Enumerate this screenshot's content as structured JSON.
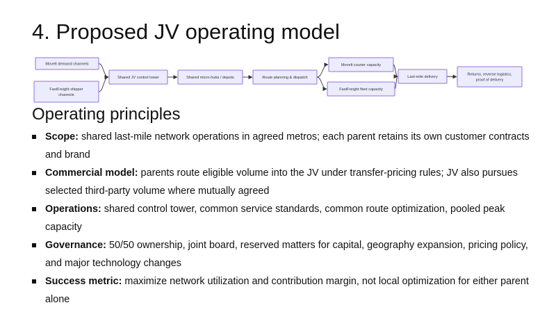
{
  "slide": {
    "title": "4. Proposed JV operating model",
    "subtitle": "Operating principles"
  },
  "diagram": {
    "node_fill": "#ECECFF",
    "node_stroke": "#9370DB",
    "edge_color": "#333333",
    "nodes": {
      "movelt_demand": [
        "Movelt demand channels"
      ],
      "fastfreight_shipper": [
        "FastFreight shipper",
        "channels"
      ],
      "control_tower": [
        "Shared JV control tower"
      ],
      "micro_hubs": [
        "Shared micro-hubs / depots"
      ],
      "route_planning": [
        "Route planning & dispatch"
      ],
      "movelt_courier": [
        "Movelt courier capacity"
      ],
      "fastfreight_fleet": [
        "FastFreight fleet capacity"
      ],
      "last_mile": [
        "Last-mile delivery"
      ],
      "returns": [
        "Returns, reverse logistics,",
        "proof of delivery"
      ]
    },
    "edges": [
      [
        "movelt_demand",
        "control_tower"
      ],
      [
        "fastfreight_shipper",
        "control_tower"
      ],
      [
        "control_tower",
        "micro_hubs"
      ],
      [
        "micro_hubs",
        "route_planning"
      ],
      [
        "route_planning",
        "movelt_courier"
      ],
      [
        "route_planning",
        "fastfreight_fleet"
      ],
      [
        "movelt_courier",
        "last_mile"
      ],
      [
        "fastfreight_fleet",
        "last_mile"
      ],
      [
        "last_mile",
        "returns"
      ]
    ]
  },
  "principles": [
    {
      "label": "Scope:",
      "text": " shared last-mile network operations in agreed metros; each parent retains its own customer contracts and brand"
    },
    {
      "label": "Commercial model:",
      "text": " parents route eligible volume into the JV under transfer-pricing rules; JV also pursues selected third-party volume where mutually agreed"
    },
    {
      "label": "Operations:",
      "text": " shared control tower, common service standards, common route optimization, pooled peak capacity"
    },
    {
      "label": "Governance:",
      "text": " 50/50 ownership, joint board, reserved matters for capital, geography expansion, pricing policy, and major technology changes"
    },
    {
      "label": "Success metric:",
      "text": " maximize network utilization and contribution margin, not local optimization for either parent alone"
    }
  ]
}
